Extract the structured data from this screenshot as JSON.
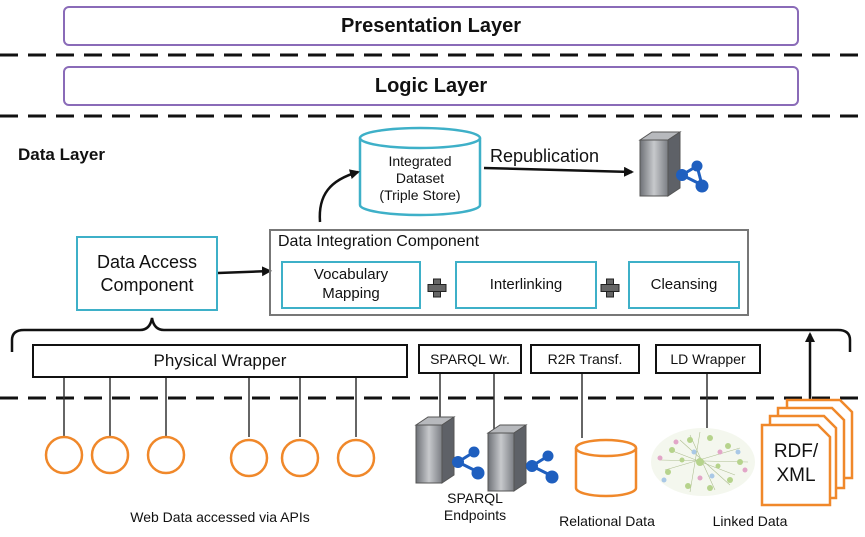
{
  "layers": {
    "presentation": "Presentation Layer",
    "logic": "Logic Layer",
    "data": "Data Layer"
  },
  "dataset": {
    "line1": "Integrated",
    "line2": "Dataset",
    "line3": "(Triple Store)"
  },
  "republication": "Republication",
  "data_access": {
    "line1": "Data Access",
    "line2": "Component"
  },
  "integration": {
    "title": "Data Integration Component",
    "vocabulary_line1": "Vocabulary",
    "vocabulary_line2": "Mapping",
    "interlinking": "Interlinking",
    "cleansing": "Cleansing"
  },
  "wrappers": {
    "physical": "Physical Wrapper",
    "sparql": "SPARQL Wr.",
    "r2r": "R2R Transf.",
    "ld": "LD Wrapper"
  },
  "sources": {
    "web_apis": "Web Data accessed via APIs",
    "sparql_line1": "SPARQL",
    "sparql_line2": "Endpoints",
    "relational": "Relational Data",
    "linked": "Linked Data",
    "rdf_line1": "RDF/",
    "rdf_line2": "XML"
  },
  "colors": {
    "layer_border": "#8a6bb8",
    "component_border": "#3eb0c8",
    "source_orange": "#f0882a",
    "server_grey": "#8c8f95",
    "network_blue": "#1f5fbf"
  },
  "icons": {
    "server": "server-network-icon",
    "plus": "plus-icon",
    "database": "database-icon",
    "graph": "linked-data-cloud-icon",
    "documents": "rdf-document-stack-icon"
  }
}
